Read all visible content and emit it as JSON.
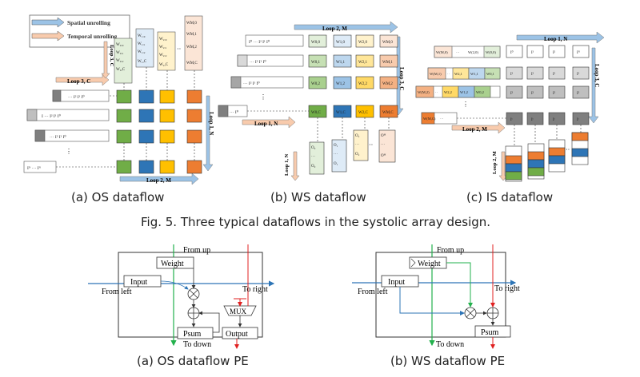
{
  "legend": {
    "spatial": "Spatial unrolling",
    "temporal": "Temporal unrolling"
  },
  "colors": {
    "spatial": "#9cc3e6",
    "temporal": "#f8cbad",
    "green": "#70ad47",
    "blue": "#2e75b6",
    "orange": "#ed7d31",
    "yellow": "#ffc000",
    "gray": "#a6a6a6",
    "red": "#e02020",
    "greenline": "#22b14c",
    "blueline": "#2e75b6"
  },
  "os": {
    "loop_top": "Loop 3, C",
    "loop_right": "Loop 1, N",
    "loop_bottom": "Loop 2, M",
    "loop_weights": "Loop 3, C",
    "caption": "(a) OS dataflow"
  },
  "ws": {
    "loop_top": "Loop 2, M",
    "loop_right": "Loop 3, C",
    "loop_left": "Loop 1, N",
    "loop_bottom_left": "Loop 1, N",
    "caption": "(b) WS dataflow"
  },
  "is": {
    "loop_top": "Loop 1, N",
    "loop_right": "Loop 3, C",
    "loop_left": "Loop 2, M",
    "loop_bottom_left": "Loop 2, M",
    "caption": "(c) IS dataflow"
  },
  "fig5_caption": "Fig. 5.  Three typical dataflows in the systolic array design.",
  "pe_os": {
    "from_up": "From up",
    "weight": "Weight",
    "input": "Input",
    "from_left": "From left",
    "to_right": "To right",
    "mux": "MUX",
    "psum": "Psum",
    "output": "Output",
    "to_down": "To down",
    "caption": "(a) OS dataflow PE"
  },
  "pe_ws": {
    "from_up": "From up",
    "weight": "Weight",
    "input": "Input",
    "from_left": "From left",
    "to_right": "To right",
    "psum": "Psum",
    "to_down": "To down",
    "caption": "(b) WS dataflow PE"
  }
}
